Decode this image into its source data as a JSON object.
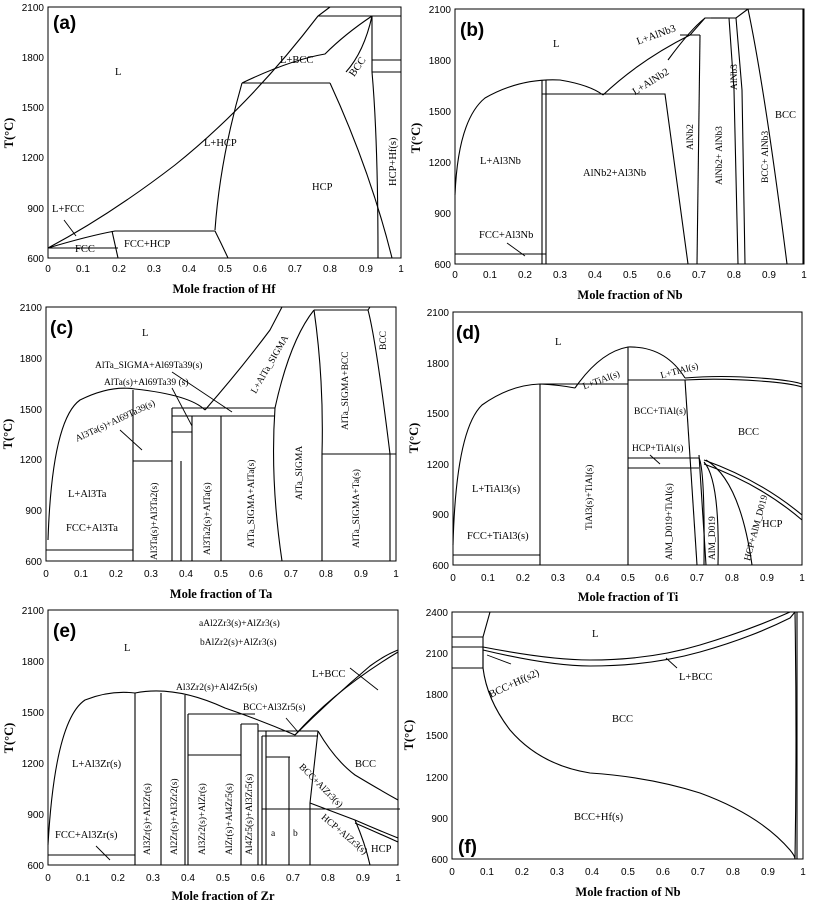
{
  "panels": [
    {
      "id": "a",
      "tag": "(a)",
      "xlabel": "Mole fraction of Hf",
      "ylabel": "T(°C)",
      "yticks": [
        "2100",
        "1800",
        "1500",
        "1200",
        "900",
        "600"
      ],
      "xticks": [
        "0",
        "0.1",
        "0.2",
        "0.3",
        "0.4",
        "0.5",
        "0.6",
        "0.7",
        "0.8",
        "0.9",
        "1"
      ],
      "regions": [
        "L",
        "L+BCC",
        "BCC",
        "L+HCP",
        "HCP",
        "HCP+Hf(s)",
        "L+FCC",
        "FCC",
        "FCC+HCP"
      ]
    },
    {
      "id": "b",
      "tag": "(b)",
      "xlabel": "Mole fraction of Nb",
      "ylabel": "T(°C)",
      "yticks": [
        "2100",
        "1800",
        "1500",
        "1200",
        "900",
        "600"
      ],
      "xticks": [
        "0",
        "0.1",
        "0.2",
        "0.3",
        "0.4",
        "0.5",
        "0.6",
        "0.7",
        "0.8",
        "0.9",
        "1"
      ],
      "regions": [
        "L",
        "L+AlNb3",
        "L+AlNb2",
        "L+Al3Nb",
        "AlNb2+Al3Nb",
        "AlNb2",
        "AlNb2+ AlNb3",
        "AlNb3",
        "BCC+ AlNb3",
        "BCC",
        "FCC+Al3Nb"
      ]
    },
    {
      "id": "c",
      "tag": "(c)",
      "xlabel": "Mole fraction of Ta",
      "ylabel": "T(°C)",
      "yticks": [
        "2100",
        "1800",
        "1500",
        "1200",
        "900",
        "600"
      ],
      "xticks": [
        "0",
        "0.1",
        "0.2",
        "0.3",
        "0.4",
        "0.5",
        "0.6",
        "0.7",
        "0.8",
        "0.9",
        "1"
      ],
      "regions": [
        "L",
        "AlTa_SIGMA+Al69Ta39(s)",
        "AlTa(s)+Al69Ta39 (s)",
        "Al3Ta(s)+Al69Ta39(s)",
        "L+AlTa_SIGMA",
        "AlTa_SIGMA+BCC",
        "BCC",
        "L+Al3Ta",
        "FCC+Al3Ta",
        "Al3Ta(s)+Al3Ta2(s)",
        "Al3Ta2(s)+AlTa(s)",
        "AlTa_SIGMA+AlTa(s)",
        "AlTa_SIGMA",
        "AlTa_SIGMA+Ta(s)"
      ]
    },
    {
      "id": "d",
      "tag": "(d)",
      "xlabel": "Mole fraction of Ti",
      "ylabel": "T(°C)",
      "yticks": [
        "2100",
        "1800",
        "1500",
        "1200",
        "900",
        "600"
      ],
      "xticks": [
        "0",
        "0.1",
        "0.2",
        "0.3",
        "0.4",
        "0.5",
        "0.6",
        "0.7",
        "0.8",
        "0.9",
        "1"
      ],
      "regions": [
        "L",
        "L+TiAl(s)",
        "L+TiAl(s)",
        "BCC+TiAl(s)",
        "BCC",
        "HCP+TiAl(s)",
        "L+TiAl3(s)",
        "TiAl3(s)+TiAl(s)",
        "AlM_D019+TiAl(s)",
        "AlM_D019",
        "HCP+AlM_D019",
        "HCP",
        "FCC+TiAl3(s)"
      ]
    },
    {
      "id": "e",
      "tag": "(e)",
      "xlabel": "Mole fraction of Zr",
      "ylabel": "T(°C)",
      "yticks": [
        "2100",
        "1800",
        "1500",
        "1200",
        "900",
        "600"
      ],
      "xticks": [
        "0",
        "0.1",
        "0.2",
        "0.3",
        "0.4",
        "0.5",
        "0.6",
        "0.7",
        "0.8",
        "0.9",
        "1"
      ],
      "regions": [
        "L",
        "aAl2Zr3(s)+AlZr3(s)",
        "bAlZr2(s)+AlZr3(s)",
        "Al3Zr2(s)+Al4Zr5(s)",
        "L+BCC",
        "BCC+Al3Zr5(s)",
        "L+Al3Zr(s)",
        "Al3Zr(s)+Al2Zr(s)",
        "Al2Zr(s)+Al3Zr2(s)",
        "Al3Zr2(s)+AlZr(s)",
        "AlZr(s)+Al4Zr5(s)",
        "Al4Zr5(s)+Al3Zr5(s)",
        "BCC+AlZr3(s)",
        "BCC",
        "a",
        "b",
        "HCP+AlZr3(s)",
        "HCP",
        "FCC+Al3Zr(s)"
      ]
    },
    {
      "id": "f",
      "tag": "(f)",
      "xlabel": "Mole fraction of Nb",
      "ylabel": "T(°C)",
      "yticks": [
        "2400",
        "2100",
        "1800",
        "1500",
        "1200",
        "900",
        "600"
      ],
      "xticks": [
        "0",
        "0.1",
        "0.2",
        "0.3",
        "0.4",
        "0.5",
        "0.6",
        "0.7",
        "0.8",
        "0.9",
        "1"
      ],
      "regions": [
        "L",
        "L+BCC",
        "BCC+Hf(s2)",
        "BCC",
        "BCC+Hf(s)"
      ]
    }
  ]
}
